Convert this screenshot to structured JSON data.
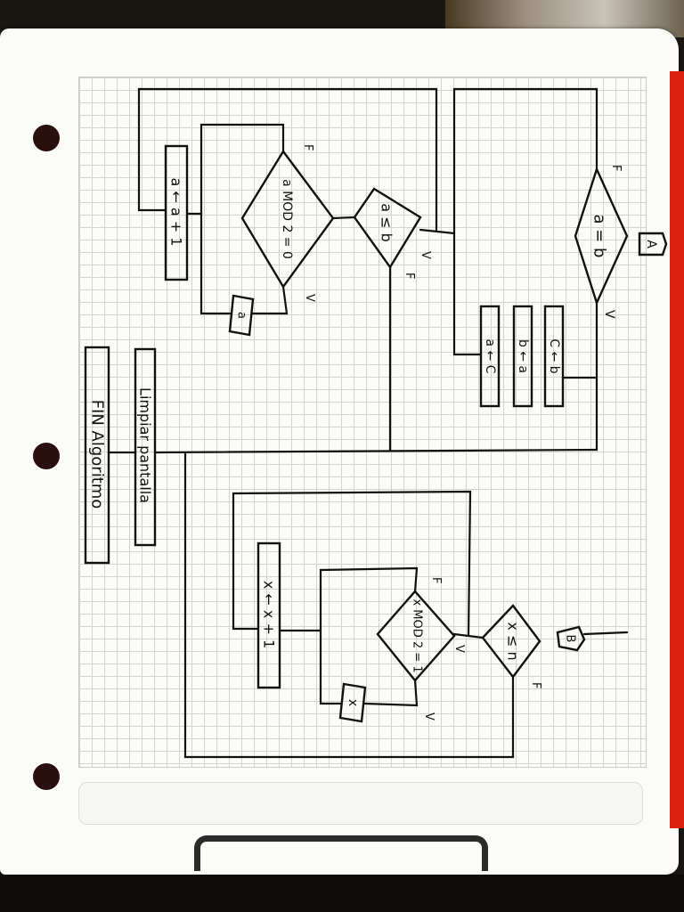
{
  "nodes": {
    "a_eq_b": "a = b",
    "c_gets_b": "C ← b",
    "b_gets_a": "b ← a",
    "a_gets_c": "a ← C",
    "a_le_b": "a ≤ b",
    "a_mod_2": "a MOD 2 = 0",
    "print_a": "a",
    "a_inc": "a ← a + 1",
    "clear_screen": "Limpiar pantalla",
    "end": "FIN Algoritmo",
    "x_le_n": "x ≤ n",
    "x_mod_2": "x MOD 2 = 1",
    "print_x": "x",
    "x_inc": "x ← x + 1"
  },
  "connectors": {
    "a": "A",
    "b": "B"
  },
  "branch_labels": {
    "true": "V",
    "false": "F"
  }
}
